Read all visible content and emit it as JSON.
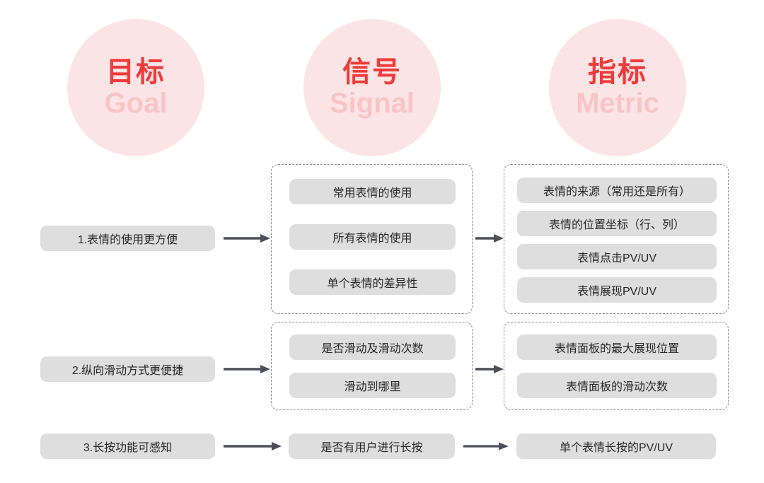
{
  "header": {
    "circles": [
      {
        "cn": "目标",
        "en": "Goal",
        "name": "goal"
      },
      {
        "cn": "信号",
        "en": "Signal",
        "name": "signal"
      },
      {
        "cn": "指标",
        "en": "Metric",
        "name": "metric"
      }
    ]
  },
  "colors": {
    "circle_bg": "#fbe4e5",
    "circle_cn_text": "#ef3b3b",
    "circle_en_text": "#f9c4c6",
    "pill_bg": "#dedede",
    "pill_text": "#262626",
    "arrow": "#4a4f5a",
    "dashed_border": "#8a8a8a",
    "page_bg": "#ffffff"
  },
  "rows": [
    {
      "goal": "1.表情的使用更方便",
      "signals": [
        "常用表情的使用",
        "所有表情的使用",
        "单个表情的差异性"
      ],
      "metrics": [
        "表情的来源（常用还是所有）",
        "表情的位置坐标（行、列）",
        "表情点击PV/UV",
        "表情展现PV/UV"
      ]
    },
    {
      "goal": "2.纵向滑动方式更便捷",
      "signals": [
        "是否滑动及滑动次数",
        "滑动到哪里"
      ],
      "metrics": [
        "表情面板的最大展现位置",
        "表情面板的滑动次数"
      ]
    },
    {
      "goal": "3.长按功能可感知",
      "signals": [
        "是否有用户进行长按"
      ],
      "metrics": [
        "单个表情长按的PV/UV"
      ]
    }
  ]
}
